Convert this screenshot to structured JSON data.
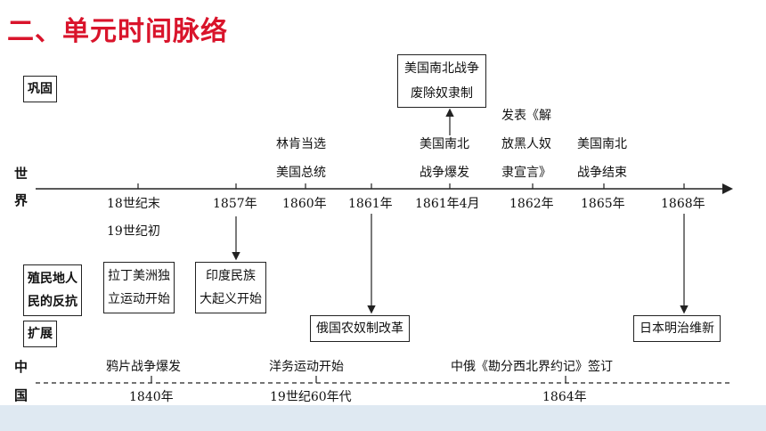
{
  "title": "二、单元时间脉络",
  "labels": {
    "consolidate": "巩固",
    "colonial_l1": "殖民地人",
    "colonial_l2": "民的反抗",
    "expand": "扩展",
    "world_1": "世",
    "world_2": "界",
    "china_1": "中",
    "china_2": "国"
  },
  "world_axis": {
    "ticks": [
      "18世纪末",
      "1857年",
      "1860年",
      "1861年",
      "1861年4月",
      "1862年",
      "1865年",
      "1868年"
    ],
    "tick_extra": "19世纪初",
    "above": {
      "lincoln_1": "林肯当选",
      "lincoln_2": "美国总统",
      "civil_war_1": "美国南北",
      "civil_war_2": "战争爆发",
      "emancipation_1": "发表《解",
      "emancipation_2": "放黑人奴",
      "emancipation_3": "隶宣言》",
      "war_end_1": "美国南北",
      "war_end_2": "战争结束"
    },
    "top_box": {
      "line1": "美国南北战争",
      "line2": "废除奴隶制"
    },
    "below_boxes": {
      "latin_1": "拉丁美洲独",
      "latin_2": "立运动开始",
      "india_1": "印度民族",
      "india_2": "大起义开始",
      "russia": "俄国农奴制改革",
      "japan": "日本明治维新"
    }
  },
  "china_axis": {
    "events": [
      "鸦片战争爆发",
      "洋务运动开始",
      "中俄《勘分西北界约记》签订"
    ],
    "ticks": [
      "1840年",
      "19世纪60年代",
      "1864年"
    ]
  }
}
